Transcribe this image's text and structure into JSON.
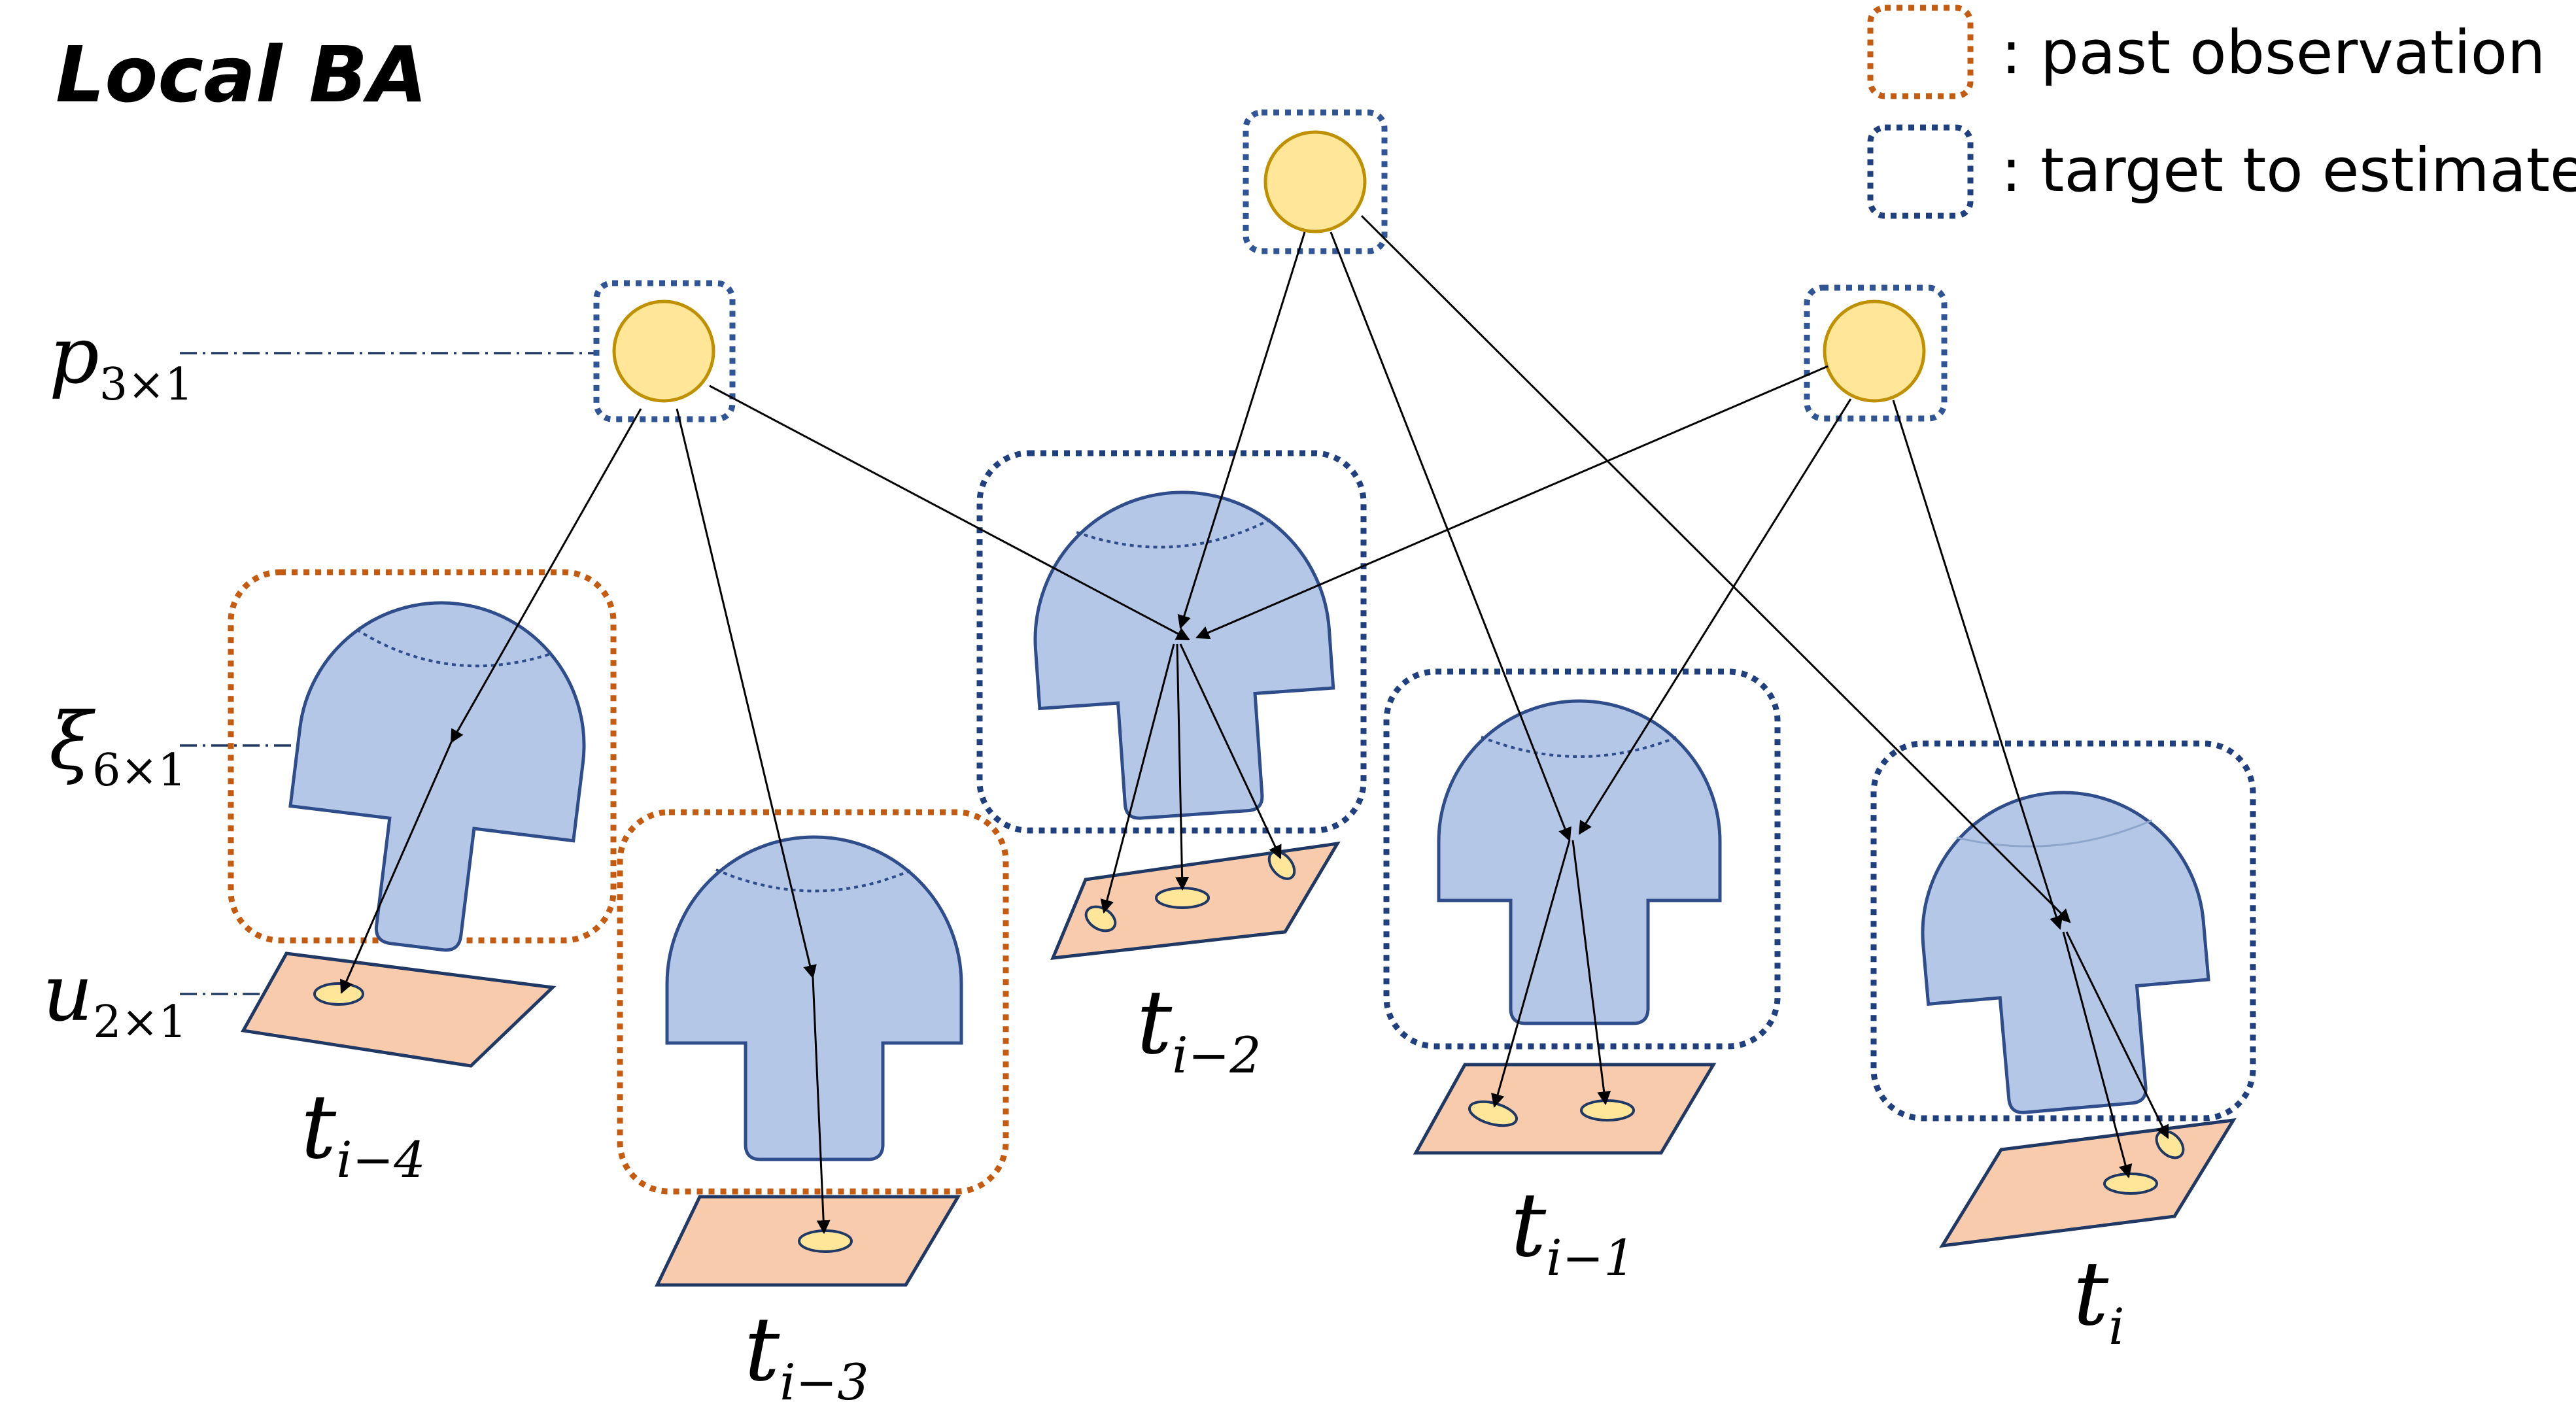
{
  "title": "Local BA",
  "legend": {
    "past_label": ": past observation",
    "target_label": ": target to estimate",
    "past_color": "#C55A11",
    "target_color": "#1F3F7F"
  },
  "variables": {
    "p": {
      "symbol": "p",
      "sub": "3×1"
    },
    "xi": {
      "symbol": "ξ",
      "sub": "6×1"
    },
    "u": {
      "symbol": "u",
      "sub": "2×1"
    }
  },
  "frames": [
    {
      "id": "t_i-4",
      "symbol": "t",
      "sub": "i−4",
      "status": "past"
    },
    {
      "id": "t_i-3",
      "symbol": "t",
      "sub": "i−3",
      "status": "past"
    },
    {
      "id": "t_i-2",
      "symbol": "t",
      "sub": "i−2",
      "status": "target"
    },
    {
      "id": "t_i-1",
      "symbol": "t",
      "sub": "i−1",
      "status": "target"
    },
    {
      "id": "t_i",
      "symbol": "t",
      "sub": "i",
      "status": "target"
    }
  ],
  "landmarks": [
    {
      "id": "left",
      "status": "target",
      "observed_by": [
        "t_i-4",
        "t_i-3",
        "t_i-2"
      ]
    },
    {
      "id": "top",
      "status": "target",
      "observed_by": [
        "t_i-2",
        "t_i-1",
        "t_i"
      ]
    },
    {
      "id": "right",
      "status": "target",
      "observed_by": [
        "t_i-2",
        "t_i-1",
        "t_i"
      ]
    }
  ],
  "colors": {
    "landmark_fill": "#FFE699",
    "landmark_stroke": "#BF9000",
    "camera_fill": "#B4C7E7",
    "camera_stroke": "#2F4D8A",
    "image_plane_fill": "#F8CBAD",
    "image_plane_stroke": "#1F3864",
    "observation_fill": "#FFE699"
  }
}
